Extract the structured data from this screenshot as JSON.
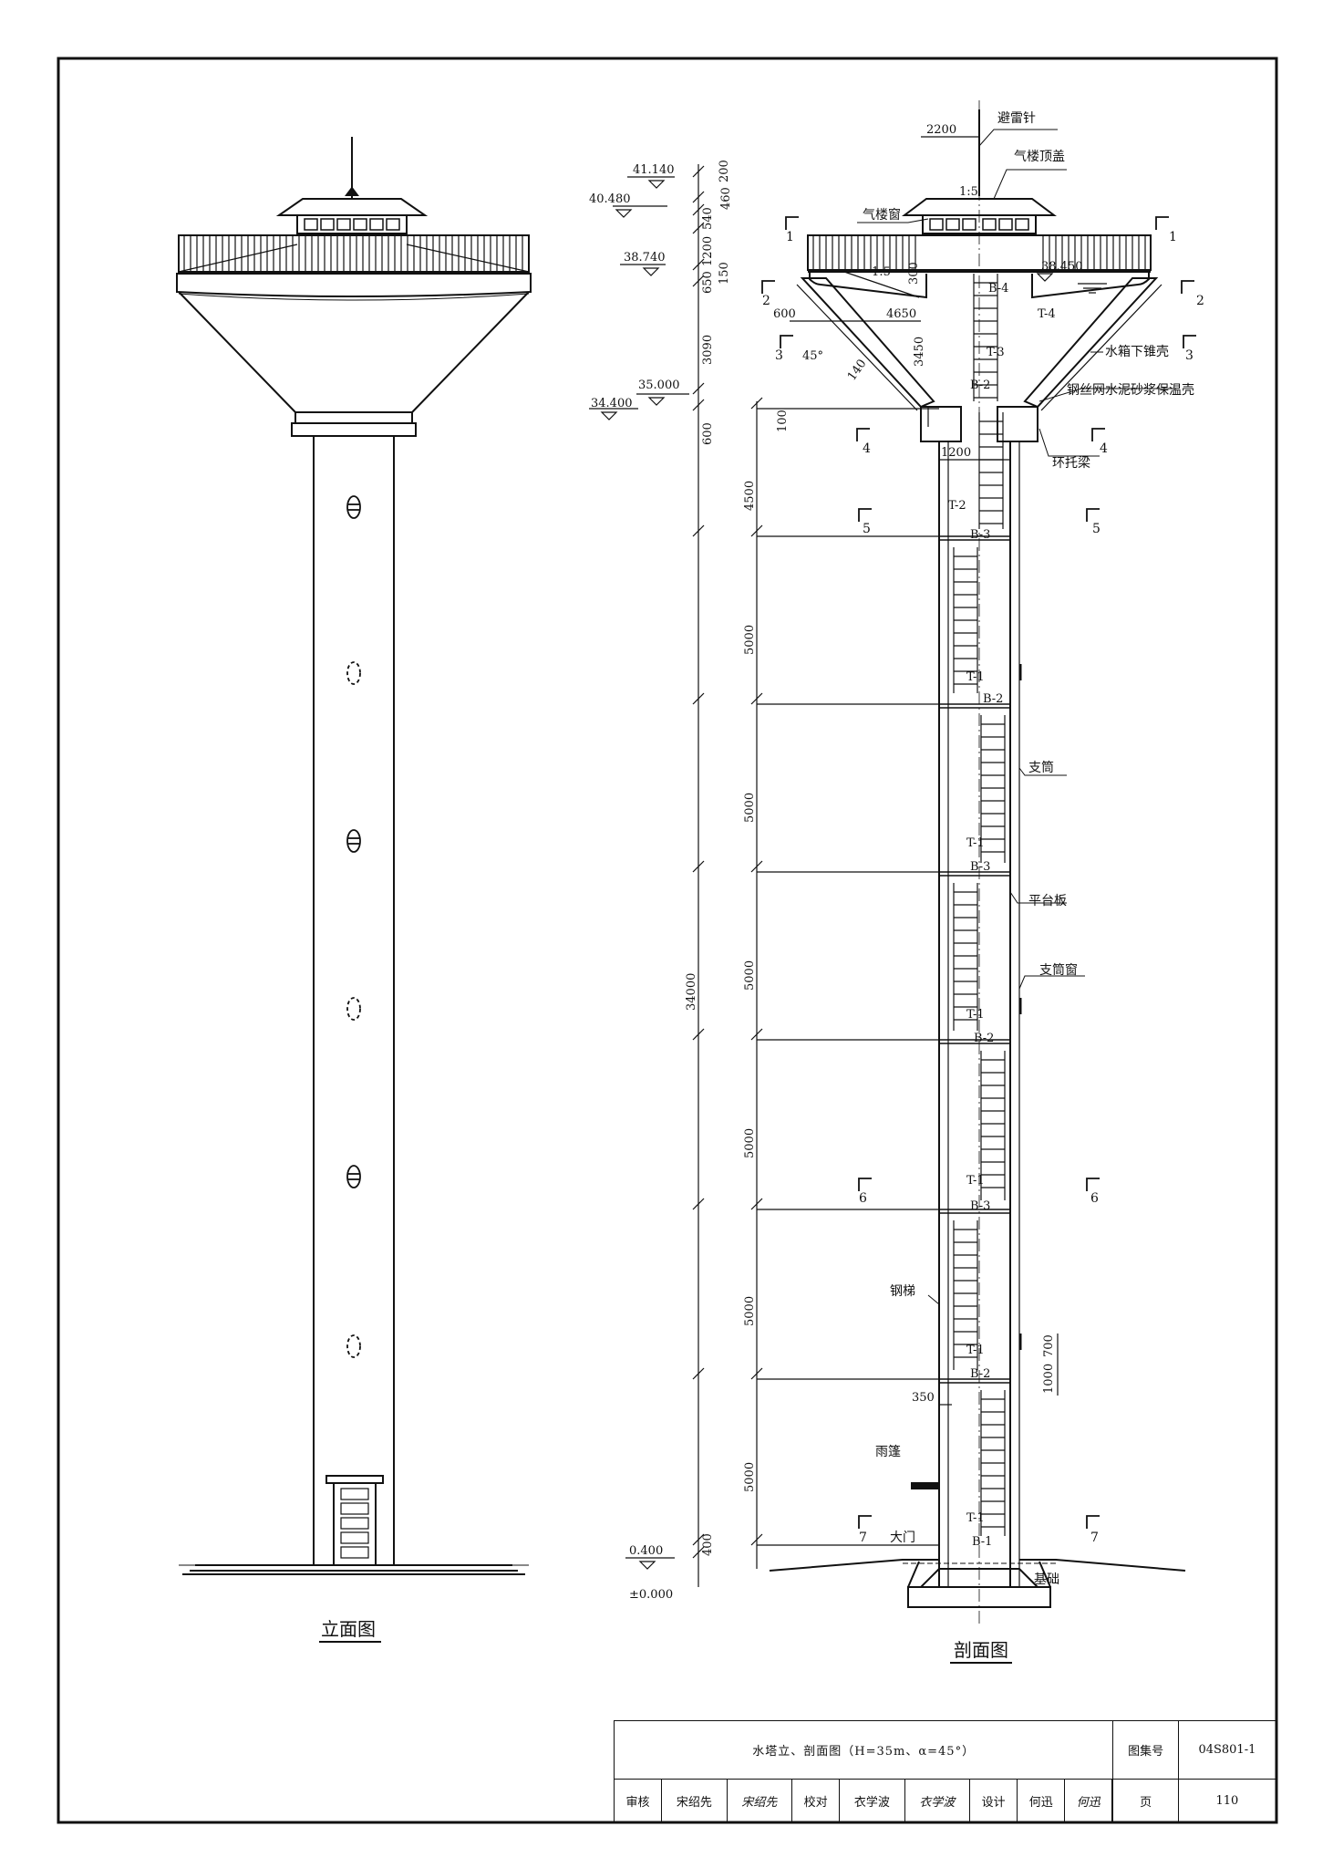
{
  "drawings": {
    "elevation_caption": "立面图",
    "section_caption": "剖面图"
  },
  "levels": {
    "l1": "41.140",
    "l2": "40.480",
    "l3": "38.740",
    "l4": "35.000",
    "l5": "34.400",
    "l6": "0.400",
    "l7": "±0.000",
    "water": "38.450"
  },
  "dims_vertical": [
    "200",
    "460",
    "540",
    "1200",
    "650",
    "150",
    "3090",
    "600",
    "4500",
    "5000",
    "5000",
    "5000",
    "5000",
    "5000",
    "5000",
    "400",
    "34000"
  ],
  "dims_other": {
    "top_width": "2200",
    "slope": "1:5",
    "slope2": "1:5",
    "d300": "300",
    "d600": "600",
    "d4650": "4650",
    "d3450": "3450",
    "d140": "140",
    "angle": "45°",
    "d100": "100",
    "d1200": "1200",
    "d350": "350",
    "d1000": "1000",
    "d700": "700"
  },
  "section_marks": [
    "1",
    "1",
    "2",
    "2",
    "3",
    "3",
    "4",
    "4",
    "5",
    "5",
    "6",
    "6",
    "7",
    "7"
  ],
  "labels": {
    "lightning_rod": "避雷针",
    "vent_roof": "气楼顶盖",
    "vent_window": "气楼窗",
    "tank_cone": "水箱下锥壳",
    "insulation": "钢丝网水泥砂浆保温壳",
    "ring_beam": "环托梁",
    "shaft": "支筒",
    "platform": "平台板",
    "shaft_window": "支筒窗",
    "ladder": "钢梯",
    "canopy": "雨篷",
    "door": "大门",
    "foundation": "基础"
  },
  "tags": {
    "t4": "T-4",
    "b4": "B-4",
    "t3": "T-3",
    "b2a": "B-2",
    "t2": "T-2",
    "b3a": "B-3",
    "t1a": "T-1",
    "b2b": "B-2",
    "t1b": "T-1",
    "b3b": "B-3",
    "t1c": "T-1",
    "b2c": "B-2",
    "t1d": "T-1",
    "b3c": "B-3",
    "t1e": "T-1",
    "b2d": "B-2",
    "t1f": "T-1",
    "b1": "B-1"
  },
  "title_block": {
    "title": "水塔立、剖面图（H=35m、α=45°）",
    "atlas_label": "图集号",
    "atlas_no": "04S801-1",
    "review_label": "审核",
    "reviewer": "宋绍先",
    "reviewer_sig": "宋绍先",
    "check_label": "校对",
    "checker": "衣学波",
    "checker_sig": "衣学波",
    "design_label": "设计",
    "designer": "何迅",
    "designer_sig": "何迅",
    "page_label": "页",
    "page_no": "110"
  }
}
